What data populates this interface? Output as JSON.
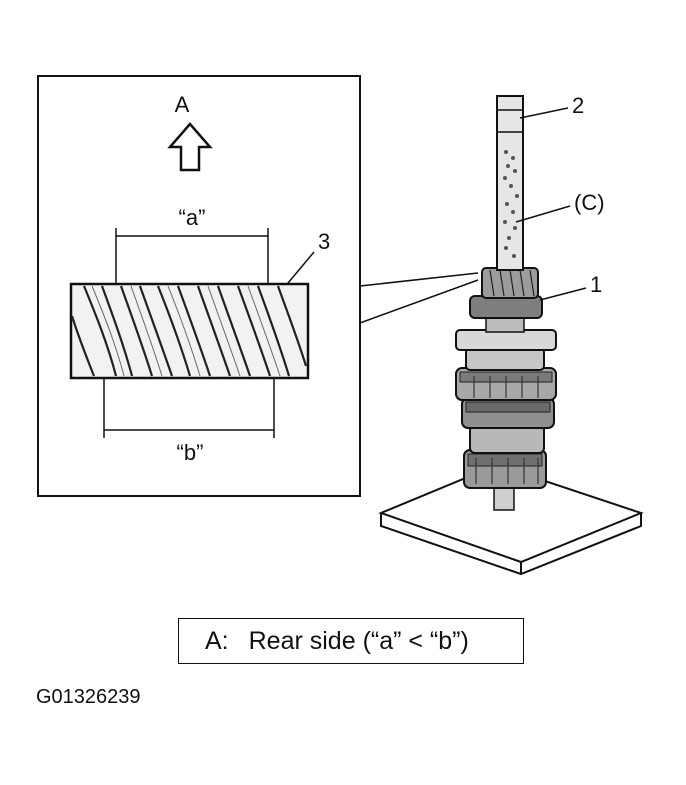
{
  "detail": {
    "direction_label": "A",
    "dimension_top_label": "“a”",
    "dimension_bottom_label": "“b”",
    "part_label_3": "3"
  },
  "assembly": {
    "part_label_1": "1",
    "part_label_2": "2",
    "part_label_c": "(C)"
  },
  "legend": {
    "key": "A:",
    "text": "Rear side (“a” < “b”)"
  },
  "figure_code": "G01326239"
}
